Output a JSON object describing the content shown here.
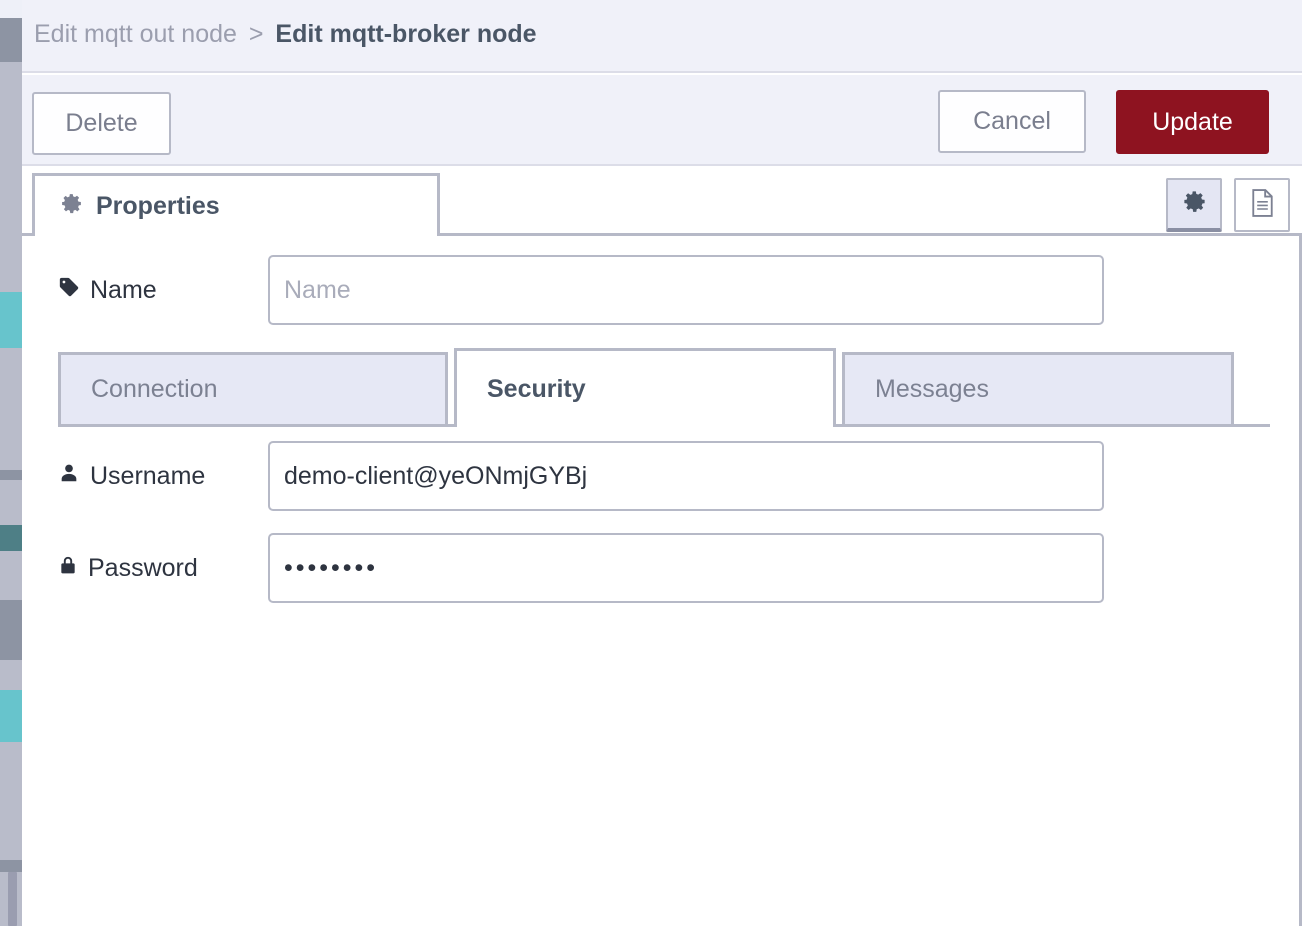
{
  "window": {
    "breadcrumb": {
      "parent": "Edit mqtt out node",
      "separator": ">",
      "current": "Edit mqtt-broker node"
    }
  },
  "toolbar": {
    "delete_label": "Delete",
    "cancel_label": "Cancel",
    "update_label": "Update",
    "update_color": "#8e1320"
  },
  "tabs": {
    "properties_label": "Properties",
    "gear_icon": "gear-icon",
    "description_icon": "document-icon"
  },
  "form": {
    "name": {
      "label": "Name",
      "icon": "tag-icon",
      "value": "",
      "placeholder": "Name"
    },
    "username": {
      "label": "Username",
      "icon": "user-icon",
      "value": "demo-client@yeONmjGYBj",
      "placeholder": ""
    },
    "password": {
      "label": "Password",
      "icon": "lock-icon",
      "masked_value": "••••••••",
      "character_count": 8
    }
  },
  "subtabs": {
    "items": [
      {
        "label": "Connection",
        "active": false
      },
      {
        "label": "Security",
        "active": true
      },
      {
        "label": "Messages",
        "active": false
      }
    ]
  }
}
